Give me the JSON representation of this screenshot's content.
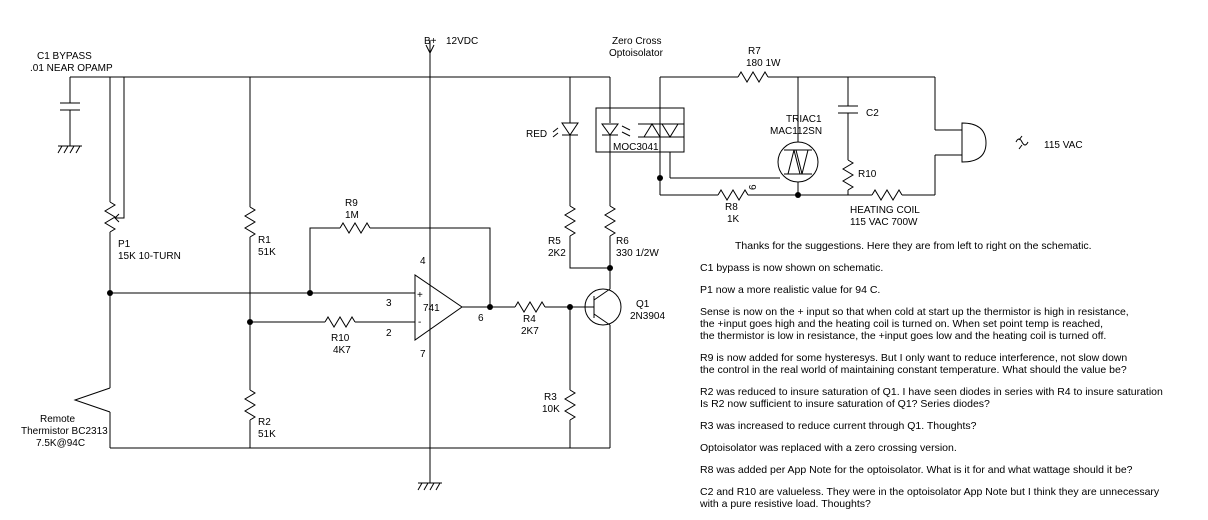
{
  "labels": {
    "c1_bypass": "C1 BYPASS",
    "c1_note": ".01 NEAR OPAMP",
    "bplus": "B+",
    "vdc": "12VDC",
    "zero_cross_1": "Zero Cross",
    "zero_cross_2": "Optoisolator",
    "r7": "R7",
    "r7_val": "180 1W",
    "red": "RED",
    "moc": "MOC3041",
    "triac": "TRIAC1",
    "triac_part": "MAC112SN",
    "c2": "C2",
    "r10_snub": "R10",
    "vac": "115 VAC",
    "r8": "R8",
    "r8_val": "1K",
    "heating": "HEATING COIL",
    "heating_val": "115 VAC 700W",
    "pin_6": "6",
    "r9": "R9",
    "r9_val": "1M",
    "p1": "P1",
    "p1_val": "15K 10-TURN",
    "r1": "R1",
    "r1_val": "51K",
    "pin_4": "4",
    "r5": "R5",
    "r5_val": "2K2",
    "r6": "R6",
    "r6_val": "330 1/2W",
    "pin_3": "3",
    "opamp": "741",
    "pin_out": "6",
    "r4": "R4",
    "r4_val": "2K7",
    "q1": "Q1",
    "q1_part": "2N3904",
    "r10": "R10",
    "r10_val": "4K7",
    "pin_2": "2",
    "pin_7": "7",
    "remote": "Remote",
    "thermistor": "Thermistor BC2313",
    "therm_val": "7.5K@94C",
    "r2": "R2",
    "r2_val": "51K",
    "r3": "R3",
    "r3_val": "10K",
    "plus": "+",
    "minus": "-"
  },
  "notes": {
    "intro": "Thanks for the suggestions. Here they are from left to right on the schematic.",
    "paragraphs": [
      [
        "C1 bypass is now shown on schematic."
      ],
      [
        "P1 now a more realistic value for 94 C."
      ],
      [
        "Sense is now on the + input so that when cold at start up the thermistor is high in resistance,",
        "the +input goes high and the heating coil is turned on. When set point temp is reached,",
        "the thermistor is low in resistance, the +input goes low and the heating coil is turned off."
      ],
      [
        "R9 is now added for some hysteresys. But I only want to reduce interference, not slow down",
        "the control in the real world of maintaining constant temperature. What should the value be?"
      ],
      [
        "R2 was reduced to insure saturation of Q1. I have seen diodes in series with R4 to insure saturation",
        "Is R2 now sufficient to insure saturation of Q1? Series diodes?"
      ],
      [
        "R3 was increased to reduce current through Q1. Thoughts?"
      ],
      [
        "Optoisolator was replaced with a zero crossing version."
      ],
      [
        "R8 was added per App Note for the optoisolator. What is it for and what  wattage should it be?"
      ],
      [
        "C2 and R10 are valueless. They were in the optoisolator App Note but I think they are unnecessary",
        "with a pure resistive load. Thoughts?"
      ]
    ]
  }
}
